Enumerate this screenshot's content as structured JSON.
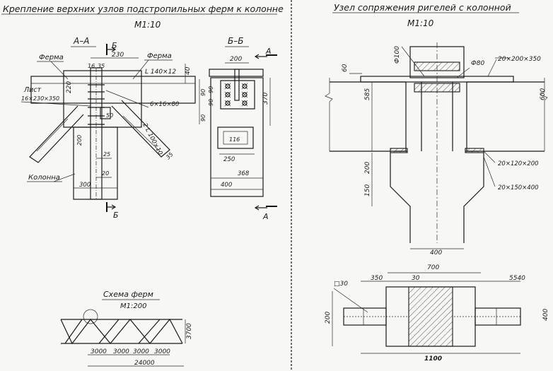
{
  "left_title": "Крепление верхних узлов подстропильных ферм к колонне",
  "left_scale": "М1:10",
  "right_title": "Узел сопряжения ригелей с колонной",
  "right_scale": "М1:10",
  "section_aa": {
    "title": "А–А",
    "cut_b": "Б",
    "label_ferma_left": "Ферма",
    "label_ferma_right": "Ферма",
    "dim_230": "230",
    "dim_16": "16",
    "dim_35": "35",
    "dim_40": "40",
    "angle_140": "L 140×12",
    "dim_220": "220",
    "label_list": "Лист",
    "list_size": "16×230×350",
    "bolts": "6×16×80",
    "dim_200": "200",
    "dim_50": "50",
    "dim_25": "25",
    "dim_20": "20",
    "angle_2L": "2 L 100×10",
    "dim_35b": "35",
    "label_kolonna": "Колонна",
    "dim_300": "300"
  },
  "section_bb": {
    "title": "Б–Б",
    "cut_a": "А",
    "dim_200": "200",
    "dim_370": "370",
    "dim_90a": "90",
    "dim_90b": "90",
    "dim_90c": "90",
    "dim_90d": "90",
    "dim_116": "116",
    "dim_250": "250",
    "dim_368": "368",
    "dim_400": "400"
  },
  "schema": {
    "title": "Схема ферм",
    "scale": "М1:200",
    "dim_3700": "3700",
    "panels": [
      "3000",
      "3000",
      "3000",
      "3000"
    ],
    "dim_24000": "24000"
  },
  "right_node": {
    "d100": "Ф100",
    "d80": "Ф80",
    "plate_top": "20×200×350",
    "dim_60": "60",
    "dim_585": "585",
    "dim_600": "600",
    "dim_200": "200",
    "dim_150": "150",
    "plate_mid": "20×120×200",
    "plate_low": "20×150×400",
    "dim_400": "400"
  },
  "plan": {
    "dim_700": "700",
    "dim_350": "350",
    "dim_30": "30",
    "dim_5540": "5540",
    "sq30": "□30",
    "dim_200": "200",
    "dim_400": "400",
    "dim_1100": "1100"
  }
}
